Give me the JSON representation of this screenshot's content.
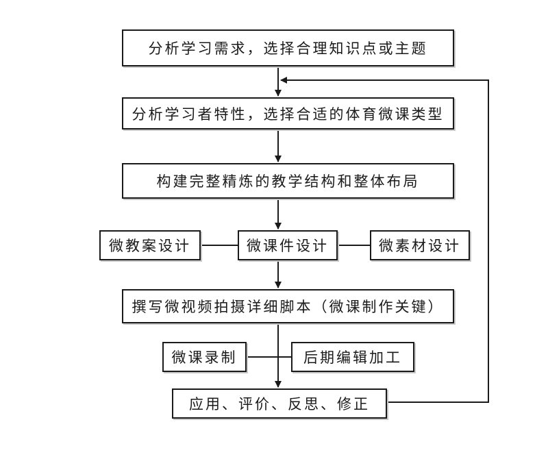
{
  "diagram": {
    "steps": {
      "analyze_needs": "分析学习需求，选择合理知识点或主题",
      "analyze_learners": "分析学习者特性，选择合适的体育微课类型",
      "build_structure": "构建完整精炼的教学结构和整体布局",
      "courseware_design": "微课件设计",
      "lesson_plan_design": "微教案设计",
      "material_design": "微素材设计",
      "write_script": "撰写微视频拍摄详细脚本（微课制作关键）",
      "recording": "微课录制",
      "editing": "后期编辑加工",
      "apply_evaluate": "应用、评价、反思、修正"
    },
    "colors": {
      "stroke": "#1a1a1a",
      "background": "#ffffff"
    }
  }
}
